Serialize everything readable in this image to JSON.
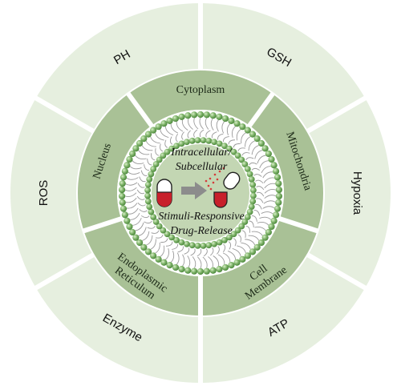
{
  "outer_ring": {
    "segments": [
      {
        "label": "GSH"
      },
      {
        "label": "Hypoxia"
      },
      {
        "label": "ATP"
      },
      {
        "label": "Enzyme"
      },
      {
        "label": "ROS"
      },
      {
        "label": "PH"
      }
    ]
  },
  "middle_ring": {
    "segments": [
      {
        "lines": [
          "Cytoplasm"
        ]
      },
      {
        "lines": [
          "Mitochondria"
        ]
      },
      {
        "lines": [
          "Cell",
          "Membrane"
        ]
      },
      {
        "lines": [
          "Endoplasmic",
          "Reticulum"
        ]
      },
      {
        "lines": [
          "Nucleus"
        ]
      }
    ]
  },
  "center": {
    "line1": "Intracellular/",
    "line2": "Subcellular",
    "line3": "Stimuli-Responsive",
    "line4": "Drug-Release"
  },
  "colors": {
    "outer": "#e6efdf",
    "middle": "#a9c196",
    "inner_bg": "#c3d6b3",
    "bead": "#7fb36a",
    "capsule_red": "#c8202b",
    "arrow": "#8c8c8c"
  }
}
